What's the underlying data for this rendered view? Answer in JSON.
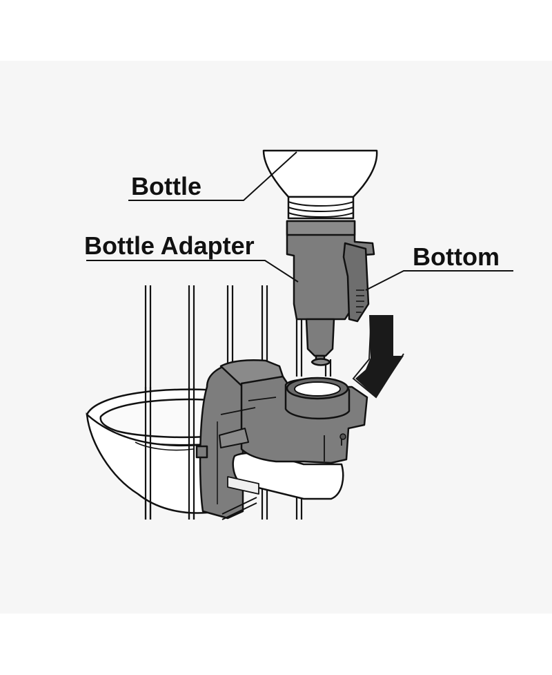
{
  "labels": {
    "bottle": "Bottle",
    "bottle_adapter": "Bottle Adapter",
    "bottom": "Bottom"
  },
  "colors": {
    "panel_background": "#f6f6f6",
    "part_gray": "#7d7d7d",
    "part_gray_dark": "#6a6a6a",
    "outline": "#111111",
    "arrow": "#1a1a1a"
  }
}
